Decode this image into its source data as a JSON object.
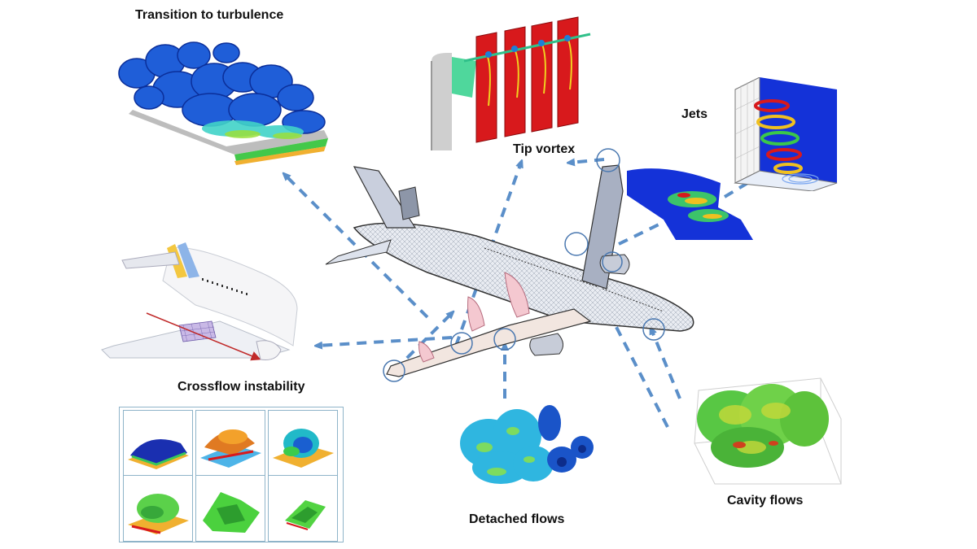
{
  "labels": {
    "transition": "Transition to turbulence",
    "tip_vortex": "Tip vortex",
    "jets": "Jets",
    "crossflow": "Crossflow instability",
    "detached": "Detached flows",
    "cavity": "Cavity flows"
  },
  "colors": {
    "arrow": "#5b8fc9",
    "circle": "#4a78b0",
    "vortex_red": "#d8191c",
    "turbulence_blue": "#1f5ed8",
    "cavity_green": "#5bc63a"
  },
  "icons": [
    "aircraft-wireframe",
    "turbulence-sim",
    "tip-vortex-sim",
    "jet-sim",
    "crossflow-wing",
    "crossflow-grid",
    "detached-flow-sim",
    "cavity-flow-sim"
  ]
}
